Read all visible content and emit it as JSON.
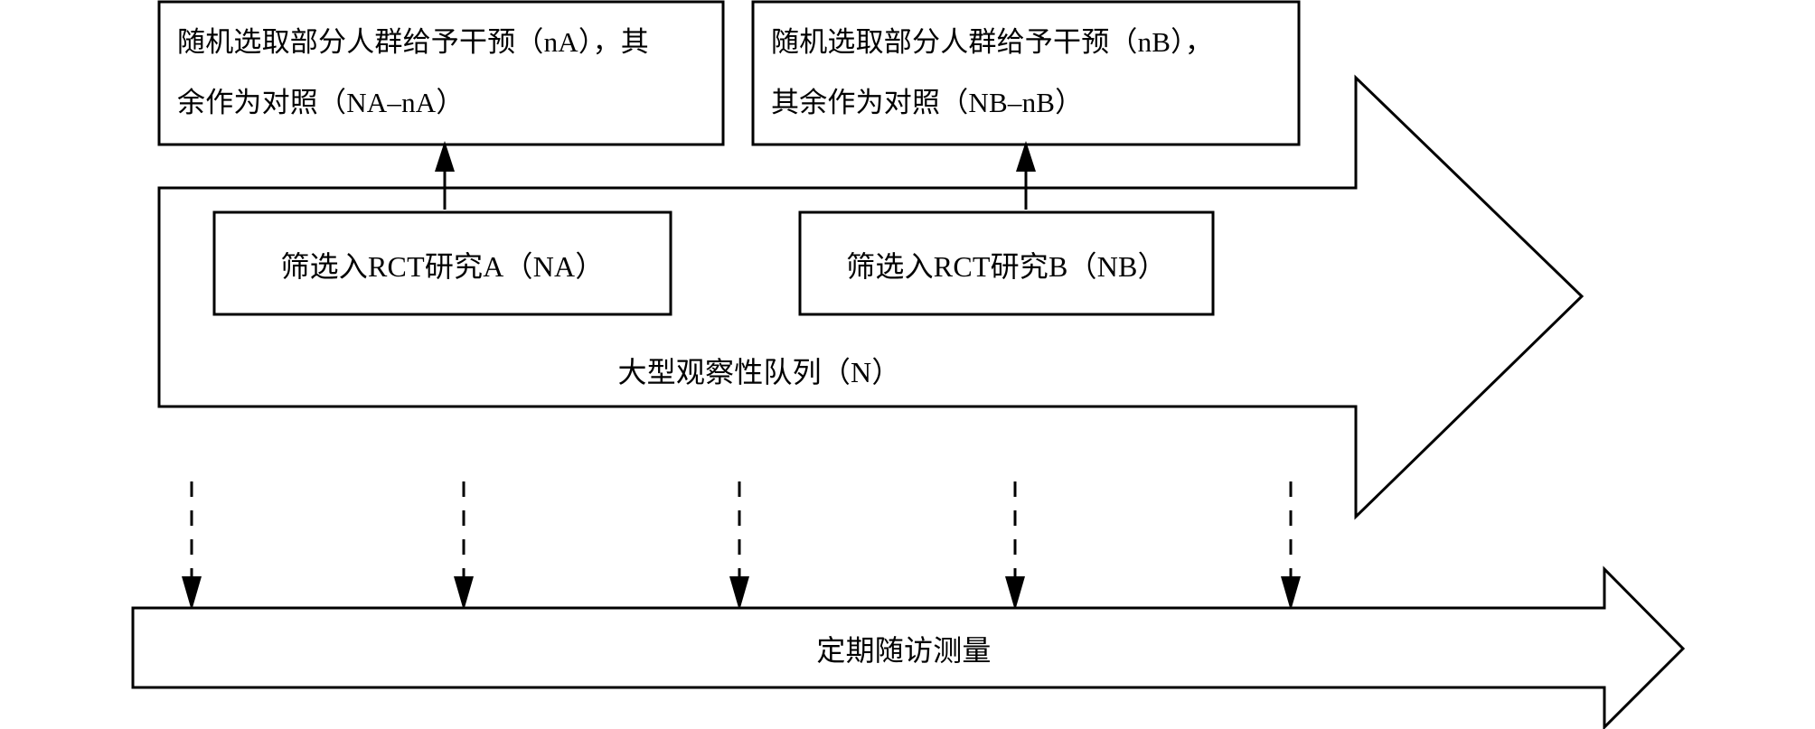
{
  "diagram": {
    "title": "",
    "colors": {
      "stroke": "#000000",
      "background": "#ffffff",
      "text": "#000000"
    },
    "top_boxes": [
      {
        "id": "box-a",
        "text": "随机选取部分人群给予干预（nA），其\n余作为对照（NA–nA）"
      },
      {
        "id": "box-b",
        "text": "随机选取部分人群给予干预（nB），\n其余作为对照（NB–nB）"
      }
    ],
    "rct_boxes": [
      {
        "id": "rct-a",
        "text": "筛选入RCT研究A（NA）"
      },
      {
        "id": "rct-b",
        "text": "筛选入RCT研究B（NB）"
      }
    ],
    "cohort_arrow": {
      "label": "大型观察性队列（N）"
    },
    "followup_arrow": {
      "label": "定期随访测量"
    },
    "connectors": {
      "solid_up_arrows": 2,
      "dashed_down_arrows": 5
    }
  }
}
